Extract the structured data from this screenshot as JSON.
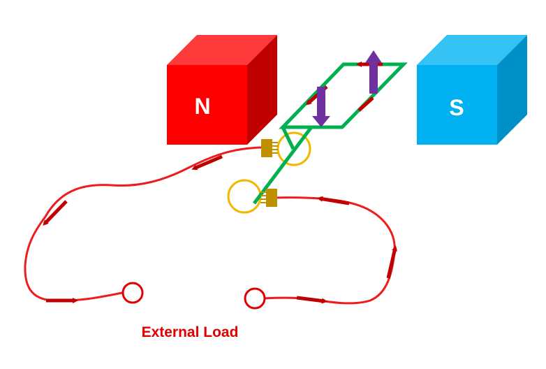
{
  "magnets": {
    "north": {
      "label": "N",
      "front": "#ff0000",
      "top": "#ff3a3a",
      "side": "#c00000"
    },
    "south": {
      "label": "S",
      "front": "#00b0f0",
      "top": "#35c2f5",
      "side": "#0090c8"
    }
  },
  "external_load": {
    "label": "External Load"
  },
  "colors": {
    "coil": "#00b050",
    "circuit": "#ee1c1c",
    "current_arrow": "#c00000",
    "force_arrow": "#7030a0",
    "slip_ring": "#f0b800",
    "brush": "#c09000",
    "terminal": "#e00000"
  },
  "icons": {
    "up_force": "up-force-arrow-icon",
    "down_force": "down-force-arrow-icon",
    "slip_rings": "slip-ring-icon",
    "brushes": "brush-icon"
  }
}
